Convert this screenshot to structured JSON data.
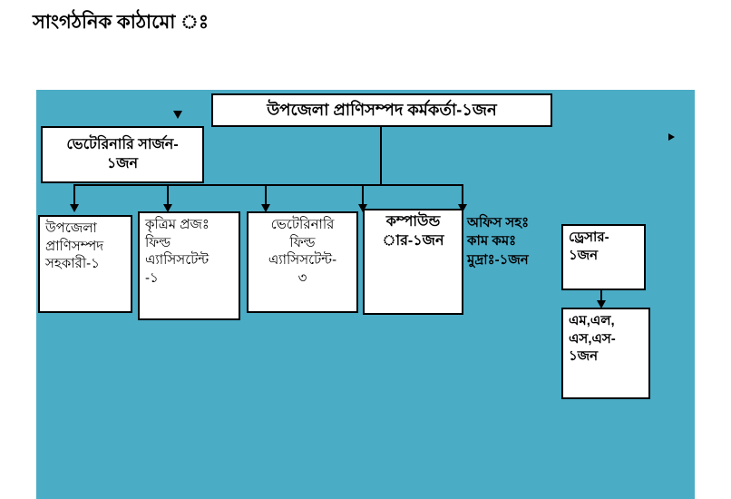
{
  "page": {
    "heading": "সাংগঠনিক কাঠামো ঃ"
  },
  "diagram": {
    "background_color": "#4BACC6",
    "root": {
      "label": "উপজেলা প্রাণিসম্পদ কর্মকর্তা-১জন"
    },
    "veterinary_surgeon": {
      "label": "ভেটেরিনারি সার্জন-\n১জন"
    },
    "children": [
      {
        "label": "উপজেলা\nপ্রাণিসম্পদ\nসহকারী-১"
      },
      {
        "label": "কৃত্রিম প্রজঃ\nফিল্ড\nএ্যাসিসটেন্ট\n-১"
      },
      {
        "label": "ভেটেরিনারি\nফিল্ড\nএ্যাসিসটেন্ট-\n৩"
      },
      {
        "label": "কম্পাউন্ড\nার-১জন"
      },
      {
        "label": "অফিস সহঃ\nকাম কমঃ\nমুদ্রাঃ-১জন"
      },
      {
        "label": "ড্রেসার-\n১জন"
      }
    ],
    "subordinate": {
      "label": "এম,এল,\nএস,এস-\n১জন"
    }
  }
}
